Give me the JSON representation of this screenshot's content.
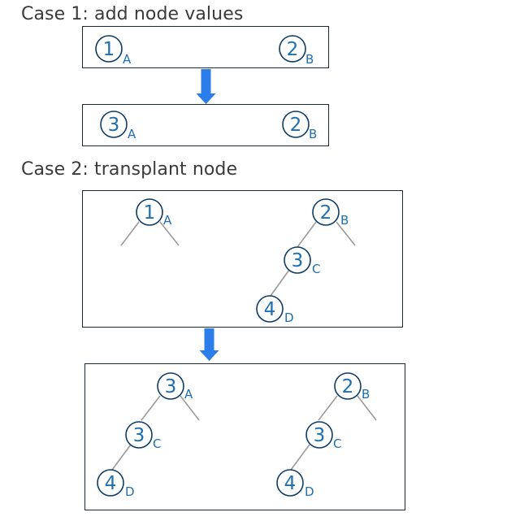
{
  "case1": {
    "title": "Case 1: add node values",
    "before": [
      {
        "id": "c1-before-A",
        "value": "1",
        "label": "A"
      },
      {
        "id": "c1-before-B",
        "value": "2",
        "label": "B"
      }
    ],
    "after": [
      {
        "id": "c1-after-A",
        "value": "3",
        "label": "A"
      },
      {
        "id": "c1-after-B",
        "value": "2",
        "label": "B"
      }
    ]
  },
  "case2": {
    "title": "Case 2: transplant node",
    "before": [
      {
        "id": "c2-before-A",
        "value": "1",
        "label": "A"
      },
      {
        "id": "c2-before-B",
        "value": "2",
        "label": "B"
      },
      {
        "id": "c2-before-C",
        "value": "3",
        "label": "C"
      },
      {
        "id": "c2-before-D",
        "value": "4",
        "label": "D"
      }
    ],
    "after": [
      {
        "id": "c2-after-left-A",
        "value": "3",
        "label": "A"
      },
      {
        "id": "c2-after-left-C",
        "value": "3",
        "label": "C"
      },
      {
        "id": "c2-after-left-D",
        "value": "4",
        "label": "D"
      },
      {
        "id": "c2-after-right-B",
        "value": "2",
        "label": "B"
      },
      {
        "id": "c2-after-right-C",
        "value": "3",
        "label": "C"
      },
      {
        "id": "c2-after-right-D",
        "value": "4",
        "label": "D"
      }
    ]
  },
  "colors": {
    "node_text": "#1e6fb0",
    "node_outline": "#0e3c63",
    "edge": "#9a9a9a",
    "arrow": "#2b7de9",
    "box_outline": "#1a2a3a",
    "title_text": "#3a3a3a"
  }
}
